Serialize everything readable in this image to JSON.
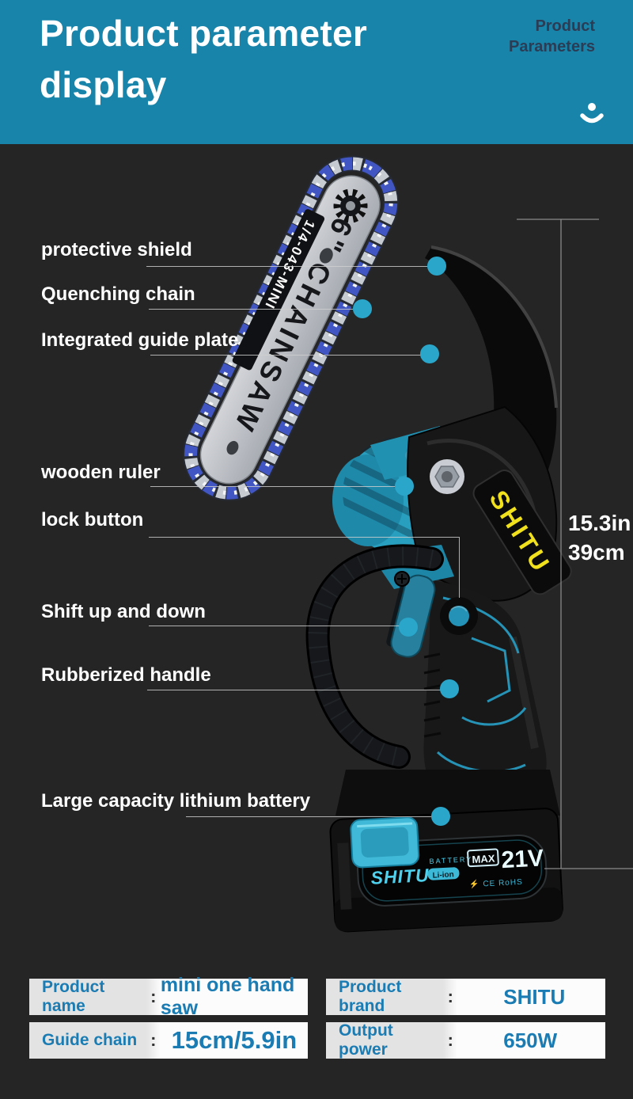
{
  "header": {
    "title": "Product parameter display",
    "corner_label": "Product\nParameters"
  },
  "callouts": [
    {
      "label": "protective shield"
    },
    {
      "label": "Quenching chain"
    },
    {
      "label": "Integrated guide plate"
    },
    {
      "label": "wooden ruler"
    },
    {
      "label": "lock button"
    },
    {
      "label": "Shift up and down"
    },
    {
      "label": "Rubberized handle"
    },
    {
      "label": "Large capacity lithium battery"
    }
  ],
  "dimension": {
    "inches": "15.3in",
    "centimeters": "39cm"
  },
  "product": {
    "bar_text": "6\" CHAINSAW",
    "bar_model": "1/4-043-MINI",
    "cover_brand": "SHITU",
    "battery": {
      "brand": "SHITU",
      "type": "BATTERY",
      "chemistry": "Li-ion",
      "max": "MAX",
      "voltage": "21V",
      "certs": "⚡ CE RoHS"
    }
  },
  "specs": {
    "colon": ":",
    "left": [
      {
        "label": "Product name",
        "value": "mini one hand saw"
      },
      {
        "label": "Guide chain",
        "value": "15cm/5.9in"
      }
    ],
    "right": [
      {
        "label": "Product brand",
        "value": "SHITU"
      },
      {
        "label": "Output power",
        "value": "650W"
      }
    ]
  },
  "colors": {
    "header_teal": "#1884aa",
    "background": "#252525",
    "accent_dot": "#2aa6ca",
    "spec_blue": "#1b7cb3",
    "brand_yellow": "#f0e11c",
    "battery_cyan": "#4fd0ec",
    "chain_blue": "#4156c2",
    "motor_teal": "#289fbe"
  }
}
